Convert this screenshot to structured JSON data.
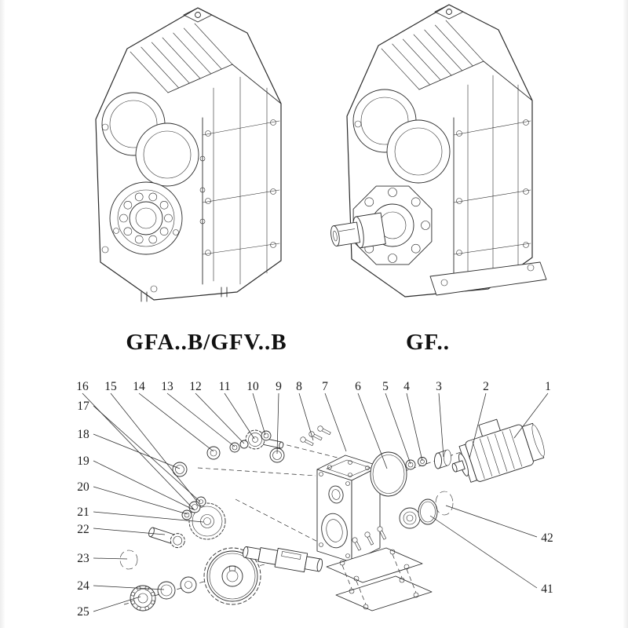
{
  "colors": {
    "ink": "#2b2b2b",
    "background": "#ffffff"
  },
  "models": [
    {
      "label": "GFA..B/GFV..B"
    },
    {
      "label": "GF.."
    }
  ],
  "exploded": {
    "top_numbers": [
      "16",
      "15",
      "14",
      "13",
      "12",
      "11",
      "10",
      "9",
      "8",
      "7",
      "6",
      "5",
      "4",
      "3",
      "2",
      "1"
    ],
    "left_numbers": [
      "17",
      "18",
      "19",
      "20",
      "21",
      "22",
      "23",
      "24",
      "25"
    ],
    "right_numbers": [
      "42",
      "41"
    ]
  }
}
